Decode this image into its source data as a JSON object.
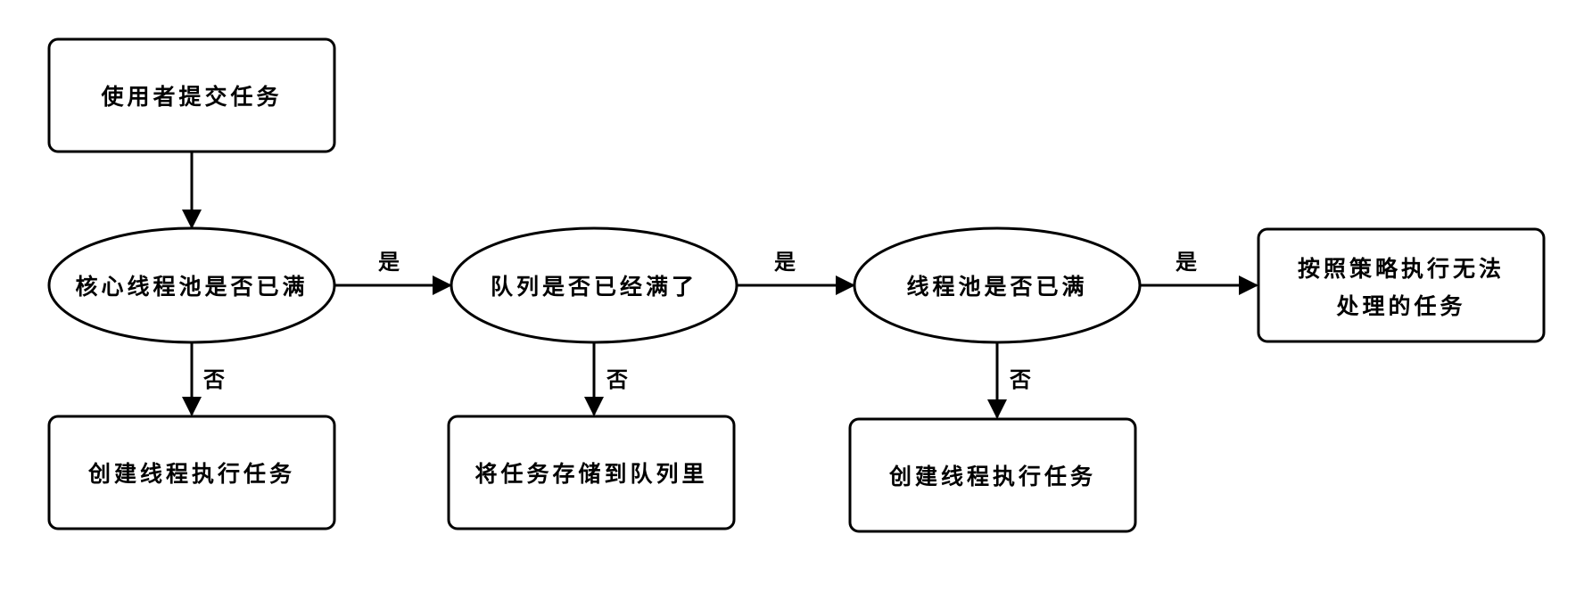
{
  "nodes": {
    "submit": {
      "label": "使用者提交任务"
    },
    "core_full": {
      "label": "核心线程池是否已满"
    },
    "queue_full": {
      "label": "队列是否已经满了"
    },
    "pool_full": {
      "label": "线程池是否已满"
    },
    "reject": {
      "line1": "按照策略执行无法",
      "line2": "处理的任务"
    },
    "create_core": {
      "label": "创建线程执行任务"
    },
    "enqueue": {
      "label": "将任务存储到队列里"
    },
    "create_pool": {
      "label": "创建线程执行任务"
    }
  },
  "edges": {
    "yes": "是",
    "no": "否"
  },
  "colors": {
    "stroke": "#000000",
    "fill": "#ffffff",
    "text": "#000000"
  }
}
